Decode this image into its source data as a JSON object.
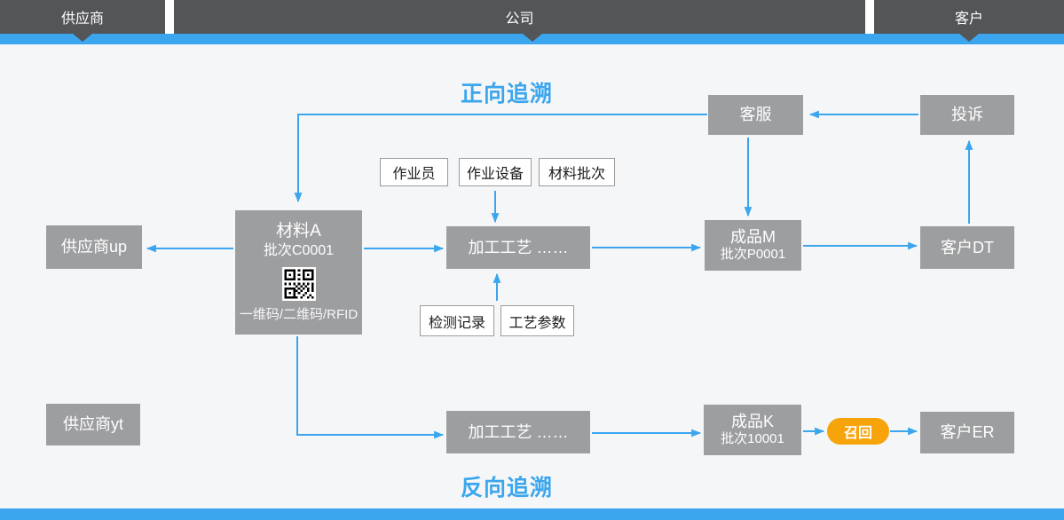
{
  "top_bar": {
    "segments": [
      {
        "label": "供应商"
      },
      {
        "label": "公司"
      },
      {
        "label": "客户"
      }
    ]
  },
  "titles": {
    "forward": "正向追溯",
    "backward": "反向追溯"
  },
  "colors": {
    "accent_blue": "#3BA6EE",
    "header_dark": "#545557",
    "node_gray": "#9D9EA0",
    "recall_orange": "#F7A30A",
    "background": "#F5F6F7"
  },
  "nodes": {
    "customer_service": {
      "label": "客服"
    },
    "complaint": {
      "label": "投诉"
    },
    "material_a": {
      "name": "材料A",
      "batch": "批次C0001",
      "caption": "一维码/二维码/RFID"
    },
    "supplier_up": {
      "label": "供应商up"
    },
    "process_top": {
      "label": "加工工艺  ……"
    },
    "product_m": {
      "name": "成品M",
      "batch": "批次P0001"
    },
    "customer_dt": {
      "label": "客户DT"
    },
    "supplier_yt": {
      "label": "供应商yt"
    },
    "process_bottom": {
      "label": "加工工艺  ……"
    },
    "product_k": {
      "name": "成品K",
      "batch": "批次10001"
    },
    "recall": {
      "label": "召回"
    },
    "customer_er": {
      "label": "客户ER"
    }
  },
  "tags": {
    "operator": "作业员",
    "equipment": "作业设备",
    "material_batch": "材料批次",
    "inspection_record": "检测记录",
    "process_params": "工艺参数"
  },
  "icons": {
    "qr_code": "qr-code-icon"
  }
}
